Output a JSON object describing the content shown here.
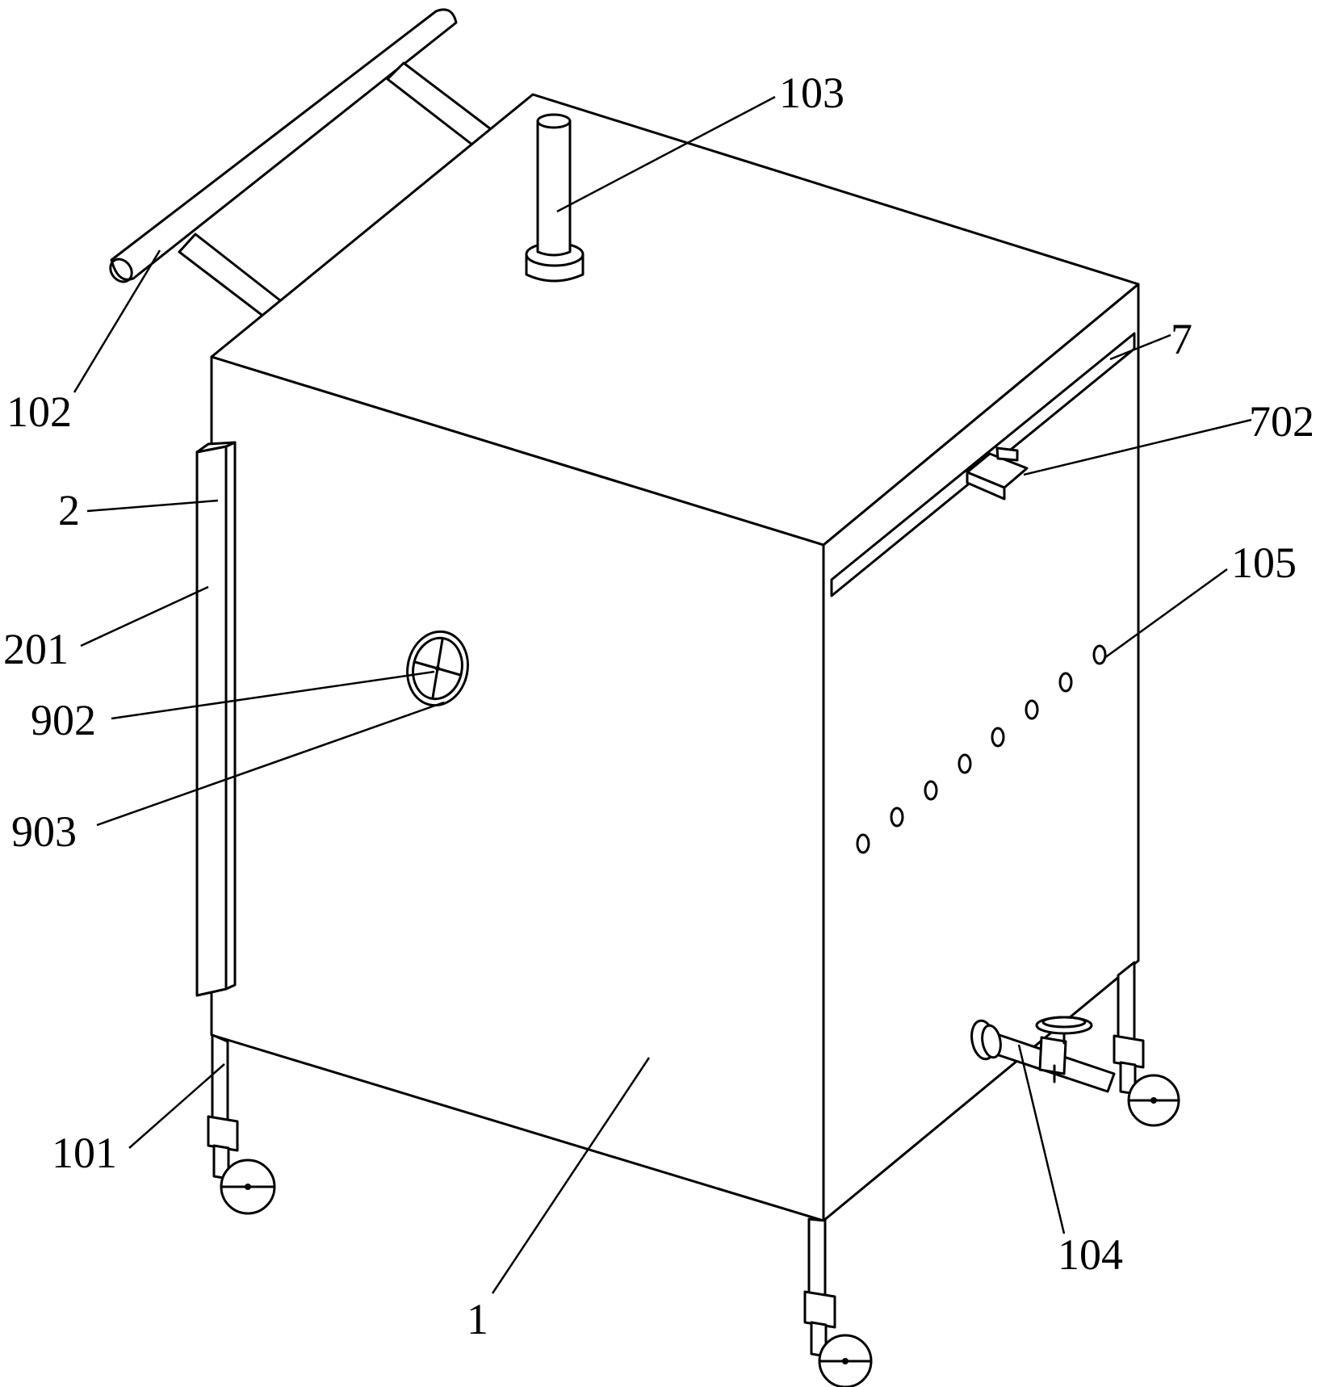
{
  "figure": {
    "labels": {
      "l1": "1",
      "l2": "2",
      "l7": "7",
      "l101": "101",
      "l102": "102",
      "l103": "103",
      "l104": "104",
      "l105": "105",
      "l201": "201",
      "l702": "702",
      "l902": "902",
      "l903": "903"
    }
  }
}
